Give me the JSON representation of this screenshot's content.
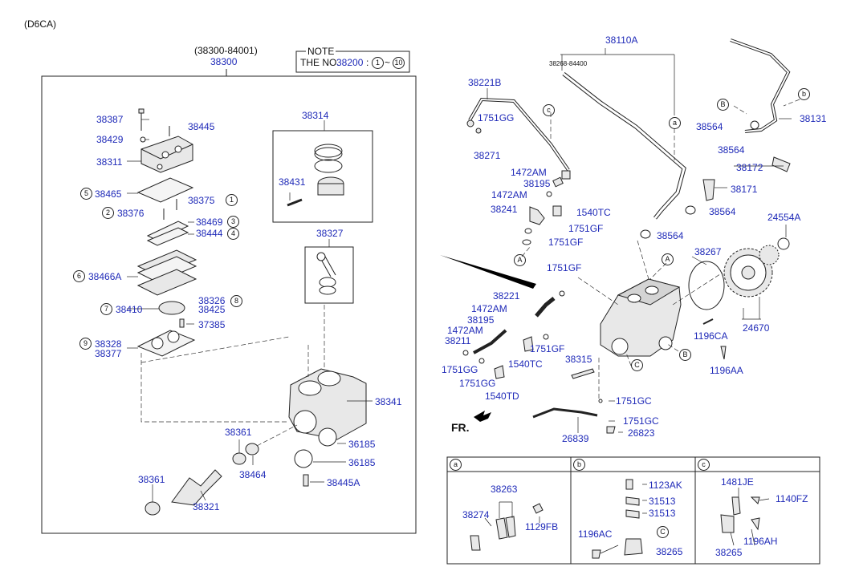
{
  "model_code": "(D6CA)",
  "assembly": {
    "part_alt": "(38300-84001)",
    "part": "38300"
  },
  "note": {
    "title": "NOTE",
    "text_prefix": "THE NO.",
    "part": "38200",
    "separator": ":",
    "range_from": "1",
    "tilde": "~",
    "range_to": "10"
  },
  "left_labels": {
    "p38387": "38387",
    "p38445": "38445",
    "p38429": "38429",
    "p38311": "38311",
    "p38465": "38465",
    "p38375": "38375",
    "p38376": "38376",
    "p38469": "38469",
    "p38444": "38444",
    "p38466A": "38466A",
    "p38326": "38326",
    "p38425": "38425",
    "p38410": "38410",
    "p37385": "37385",
    "p38328": "38328",
    "p38377": "38377",
    "p38314": "38314",
    "p38431": "38431",
    "p38327": "38327",
    "p38341": "38341",
    "p38361a": "38361",
    "p38361b": "38361",
    "p38464": "38464",
    "p36185a": "36185",
    "p36185b": "36185",
    "p38445A": "38445A",
    "p38321": "38321"
  },
  "circle_numbers": {
    "c1": "1",
    "c2": "2",
    "c3": "3",
    "c4": "4",
    "c5": "5",
    "c6": "6",
    "c7": "7",
    "c8": "8",
    "c9": "9"
  },
  "right_labels": {
    "p38110A": "38110A",
    "p38268": "38268-84400",
    "p38221B": "38221B",
    "p1751GG_a": "1751GG",
    "p38271": "38271",
    "p38131": "38131",
    "p38564_a": "38564",
    "p38564_b": "38564",
    "p38172": "38172",
    "p1472AM_a": "1472AM",
    "p38195_a": "38195",
    "p1472AM_b": "1472AM",
    "p38171": "38171",
    "p38241": "38241",
    "p1540TC_a": "1540TC",
    "p1751GF_a": "1751GF",
    "p1751GF_b": "1751GF",
    "p38564_c": "38564",
    "p38564_d": "38564",
    "p24554A": "24554A",
    "p1751GF_c": "1751GF",
    "p38267": "38267",
    "p38221": "38221",
    "p1472AM_c": "1472AM",
    "p38195_b": "38195",
    "p1472AM_d": "1472AM",
    "p38211": "38211",
    "p1751GF_d": "1751GF",
    "p1196CA": "1196CA",
    "p24670": "24670",
    "p38315": "38315",
    "p1751GG_b": "1751GG",
    "p1540TC_b": "1540TC",
    "p1751GG_c": "1751GG",
    "p1196AA": "1196AA",
    "p1540TD": "1540TD",
    "p1751GC_a": "1751GC",
    "p1751GC_b": "1751GC",
    "p26823": "26823",
    "p26839": "26839",
    "fr": "FR."
  },
  "letters": {
    "a": "a",
    "b": "b",
    "c": "c",
    "A": "A",
    "B": "B",
    "C": "C"
  },
  "detail_panels": {
    "a": {
      "tag": "a",
      "p38263": "38263",
      "p38274": "38274",
      "p1129FB": "1129FB"
    },
    "b": {
      "tag": "b",
      "p1123AK": "1123AK",
      "p31513a": "31513",
      "p31513b": "31513",
      "p1196AC": "1196AC",
      "p38265": "38265",
      "circle": "C"
    },
    "c": {
      "tag": "c",
      "p1481JE": "1481JE",
      "p1140FZ": "1140FZ",
      "p38265": "38265",
      "p1196AH": "1196AH"
    }
  },
  "colors": {
    "callout": "#1f2ab8",
    "line": "#222222"
  }
}
